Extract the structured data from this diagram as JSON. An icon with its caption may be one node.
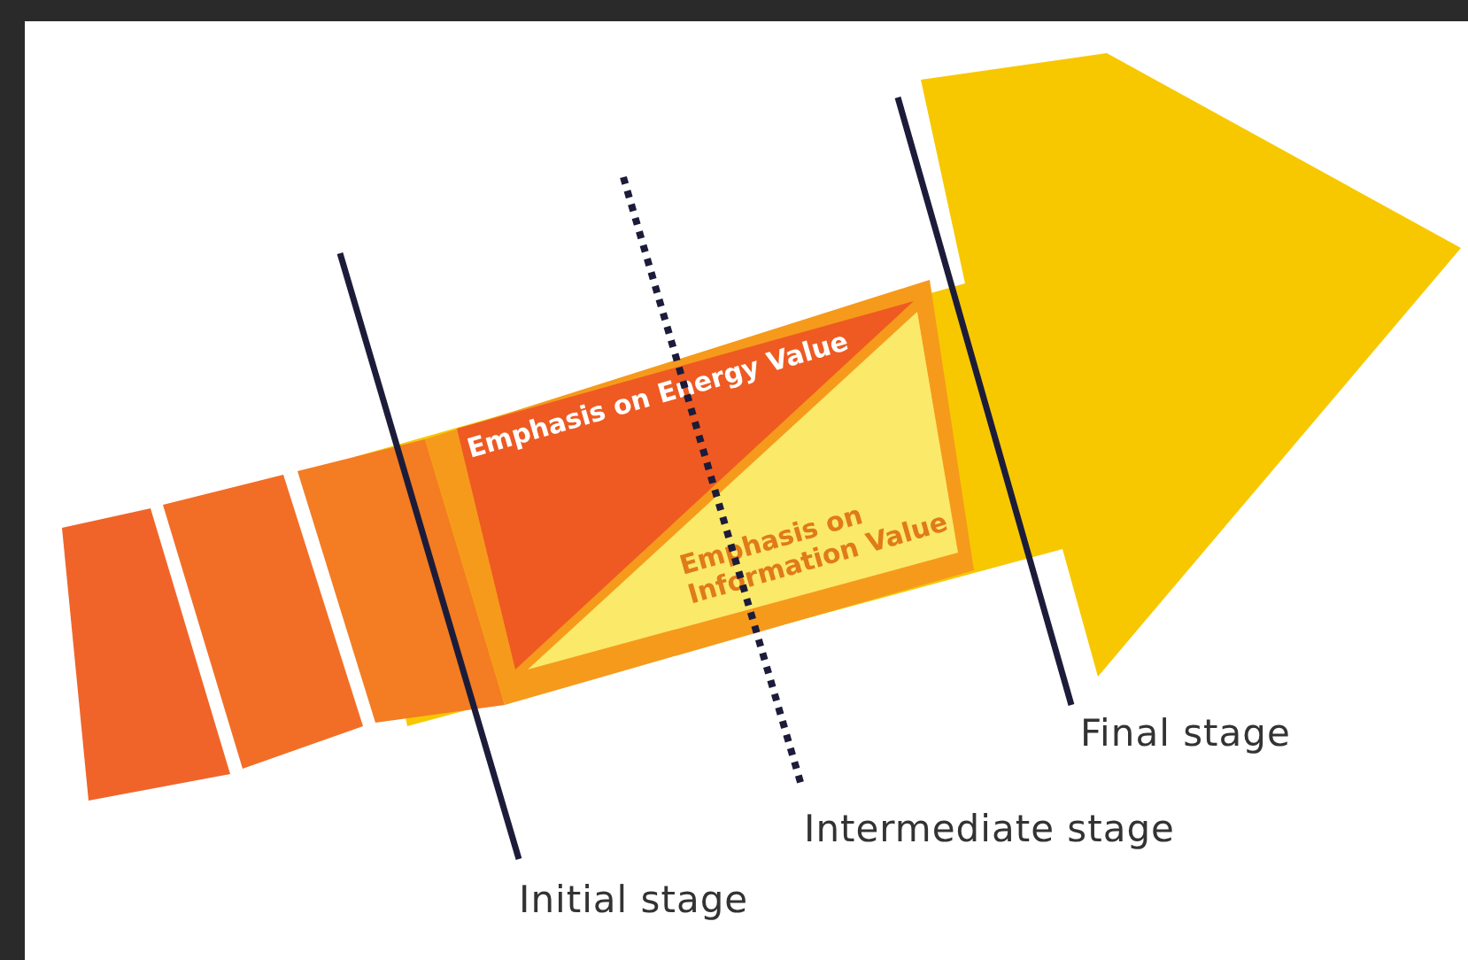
{
  "diagram": {
    "nodes": [
      {
        "text": [
          "Emphasis on Energy Value"
        ]
      },
      {
        "text": [
          "Emphasis on Information Value"
        ]
      }
    ],
    "labels": [
      "Final stage",
      "Intermediate stage",
      "Initial stage"
    ]
  }
}
